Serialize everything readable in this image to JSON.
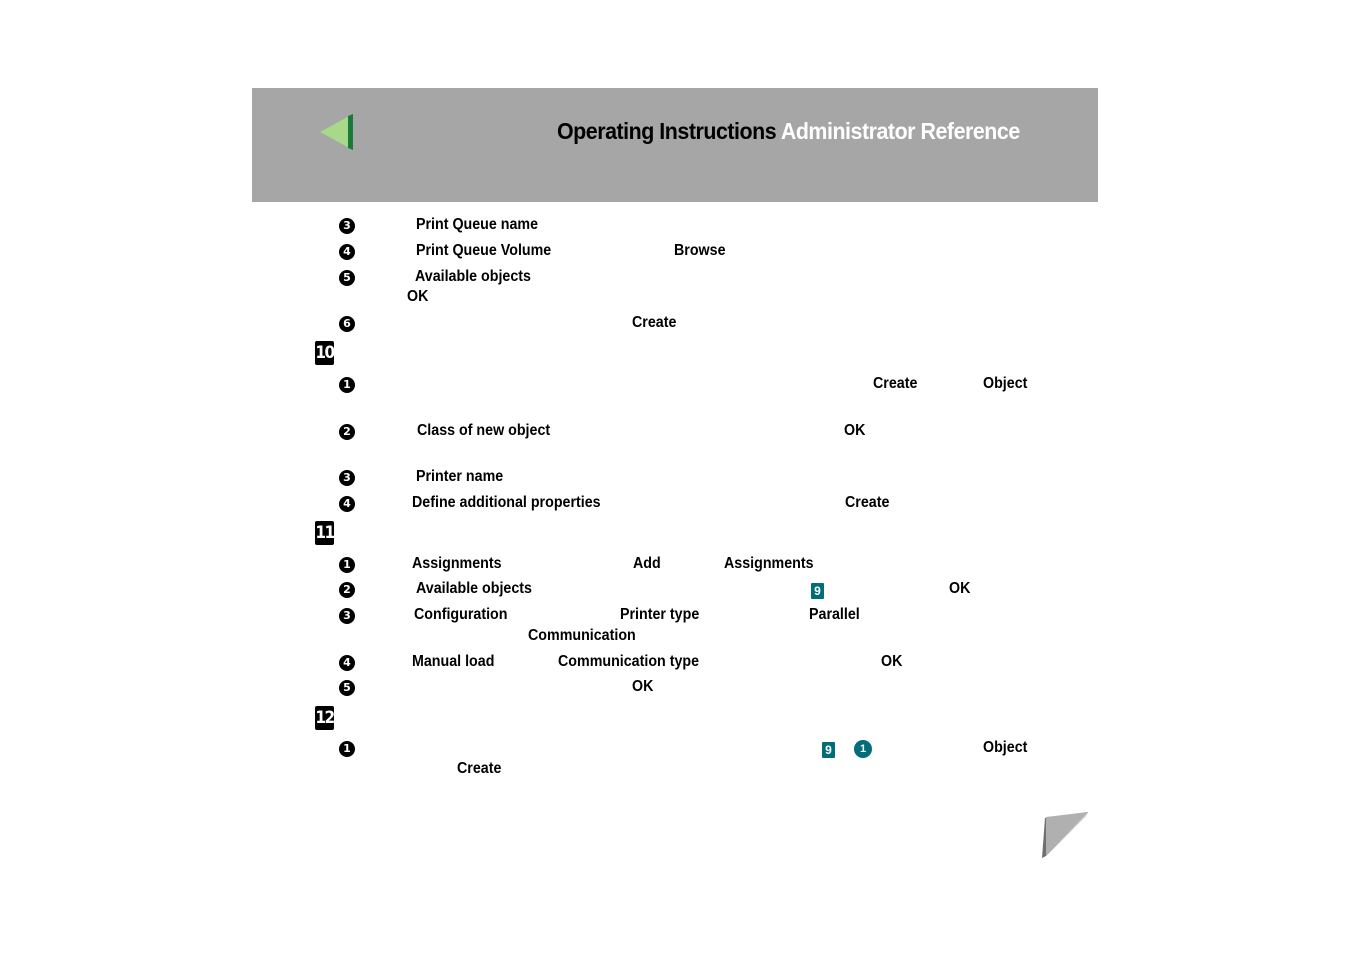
{
  "header": {
    "title_main": "Operating Instructions",
    "title_sub": "Administrator Reference",
    "back_icon": "back-triangle-icon",
    "colors": {
      "band": "#a6a6a6",
      "arrow_fill": "#a8d88a",
      "arrow_edge": "#1a7a3a",
      "accent": "#006d79"
    }
  },
  "steps": {
    "s10": "10",
    "s11": "11",
    "s12": "12"
  },
  "bullets": {
    "b1": "1",
    "b2": "2",
    "b3": "3",
    "b4": "4",
    "b5": "5",
    "b6": "6"
  },
  "content": {
    "print_queue_name": "Print Queue name",
    "print_queue_volume": "Print Queue Volume",
    "browse": "Browse",
    "available_objects_1": "Available objects",
    "ok_1": "OK",
    "create_1": "Create",
    "create_2": "Create",
    "object_1": "Object",
    "class_of_new_object": "Class of new object",
    "ok_2": "OK",
    "printer_name": "Printer name",
    "define_additional_properties": "Define additional properties",
    "create_3": "Create",
    "assignments_1": "Assignments",
    "add": "Add",
    "assignments_2": "Assignments",
    "available_objects_2": "Available objects",
    "ref_9_a": "9",
    "ok_3": "OK",
    "configuration": "Configuration",
    "printer_type": "Printer type",
    "parallel": "Parallel",
    "communication": "Communication",
    "manual_load": "Manual load",
    "communication_type": "Communication type",
    "ok_4": "OK",
    "ok_5": "OK",
    "ref_9_b": "9",
    "ref_1": "1",
    "object_2": "Object",
    "create_4": "Create"
  },
  "footer": {
    "next_icon": "next-page-icon"
  }
}
